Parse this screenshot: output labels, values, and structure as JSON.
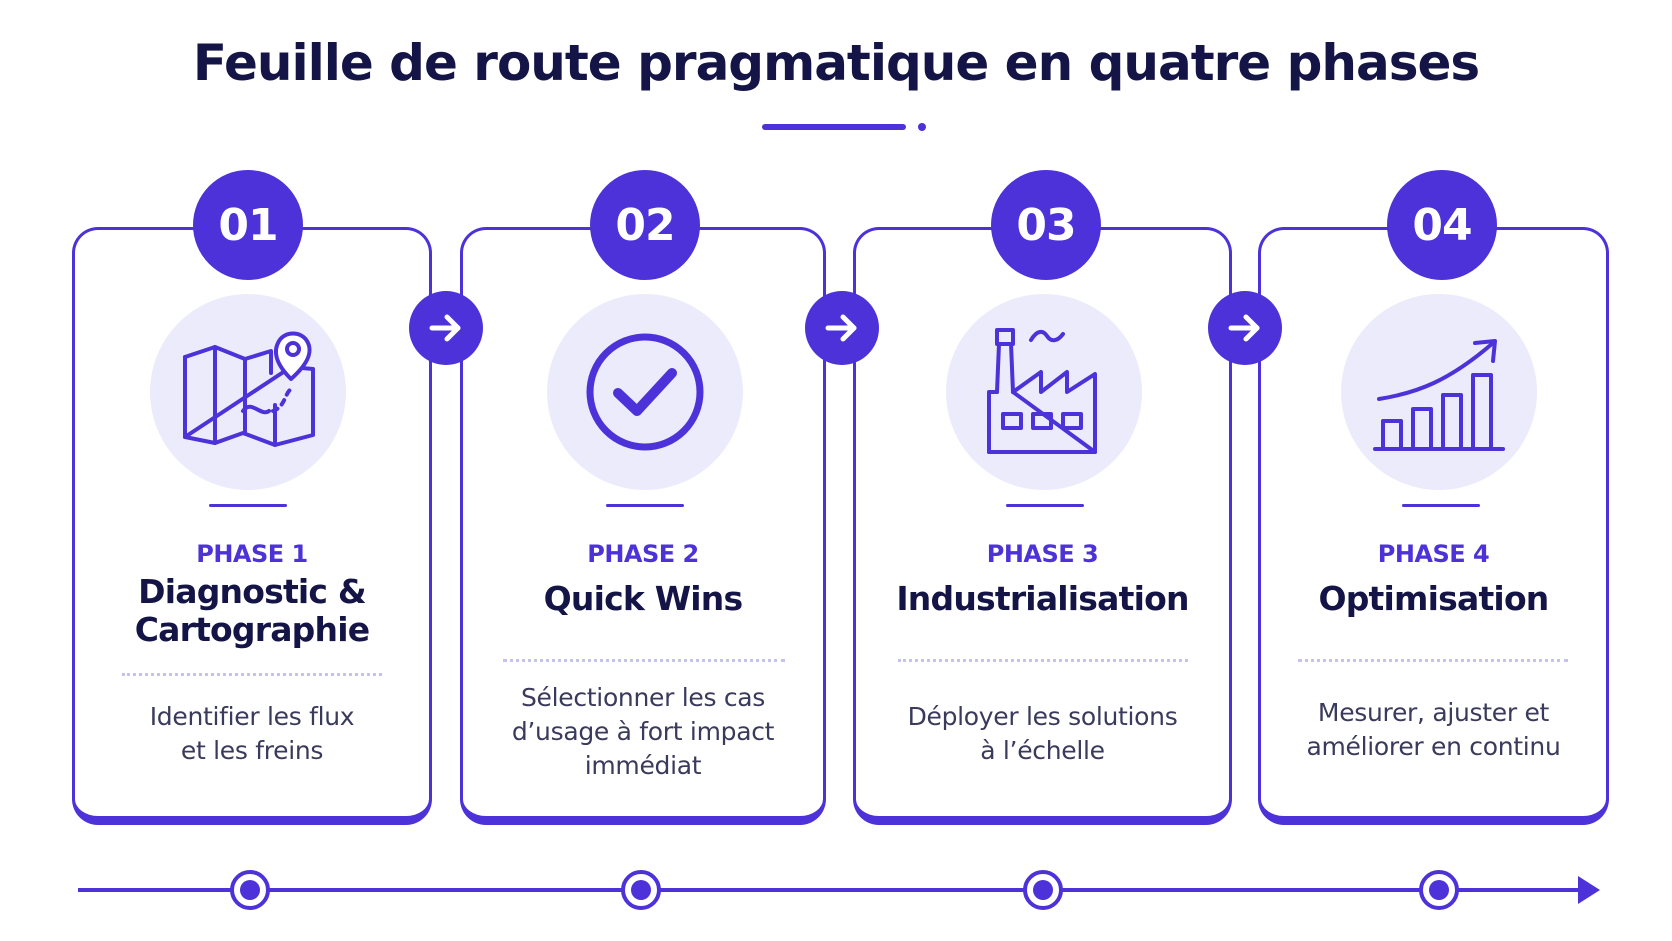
{
  "title": "Feuille de route pragmatique en quatre phases",
  "colors": {
    "accent": "#4c32d8",
    "title": "#141446",
    "icon_bg": "#ecebfb",
    "text": "#3a3a5c"
  },
  "phases": [
    {
      "number": "01",
      "label": "PHASE 1",
      "name_line1": "Diagnostic &",
      "name_line2": "Cartographie",
      "desc_line1": "Identifier les flux",
      "desc_line2": "et les freins",
      "desc_line3": "",
      "icon": "map-pin-icon"
    },
    {
      "number": "02",
      "label": "PHASE 2",
      "name_line1": "Quick Wins",
      "name_line2": "",
      "desc_line1": "Sélectionner les cas",
      "desc_line2": "d’usage à fort impact",
      "desc_line3": "immédiat",
      "icon": "check-circle-icon"
    },
    {
      "number": "03",
      "label": "PHASE 3",
      "name_line1": "Industrialisation",
      "name_line2": "",
      "desc_line1": "Déployer les solutions",
      "desc_line2": "à l’échelle",
      "desc_line3": "",
      "icon": "factory-icon"
    },
    {
      "number": "04",
      "label": "PHASE 4",
      "name_line1": "Optimisation",
      "name_line2": "",
      "desc_line1": "Mesurer, ajuster et",
      "desc_line2": "améliorer en continu",
      "desc_line3": "",
      "icon": "growth-chart-icon"
    }
  ],
  "connectors": [
    "arrow-right-icon",
    "arrow-right-icon",
    "arrow-right-icon"
  ]
}
